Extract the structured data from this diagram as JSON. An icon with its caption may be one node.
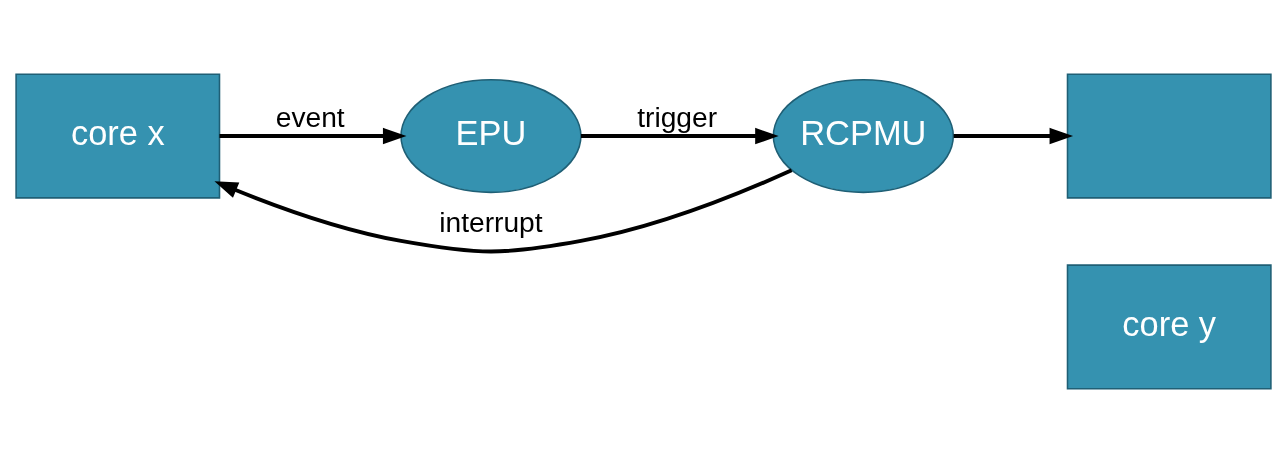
{
  "diagram": {
    "nodes": [
      {
        "text": [
          "core x"
        ]
      },
      {
        "text": [
          "EPU"
        ]
      },
      {
        "text": [
          "RCPMU"
        ]
      },
      {
        "text": [],
        "shape": "box"
      },
      {
        "text": [
          "core y"
        ]
      }
    ],
    "edges": [
      {
        "from": 0,
        "to": 1,
        "arrow": "to",
        "label": "event"
      },
      {
        "from": 1,
        "to": 2,
        "arrow": "to",
        "label": "trigger"
      },
      {
        "from": 2,
        "to": 0,
        "arrow": "to",
        "label": "interrupt"
      },
      {
        "from": 2,
        "to": 3,
        "arrow": "to"
      }
    ]
  }
}
